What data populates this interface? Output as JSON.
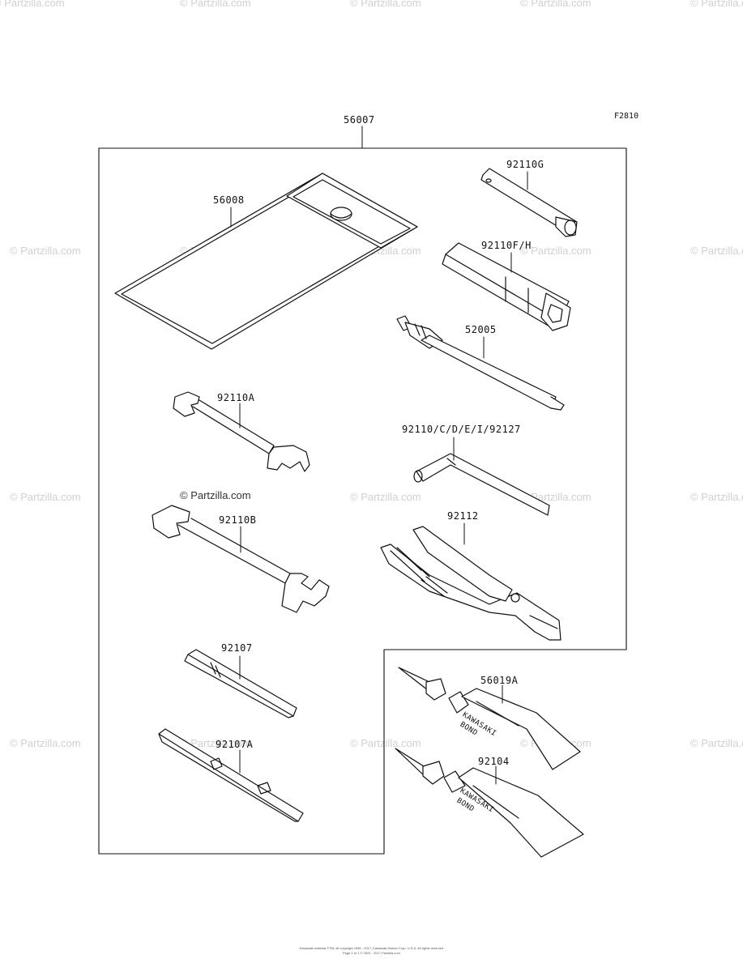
{
  "diagram": {
    "figure_ref": "F2810",
    "kit_part": "56007",
    "parts": {
      "case": "56008",
      "socket_g": "92110G",
      "socket_fh": "92110F/H",
      "handle": "52005",
      "wrench_a": "92110A",
      "hex_keys": "92110/C/D/E/I/92127",
      "wrench_b": "92110B",
      "pliers": "92112",
      "screwdriver": "92107",
      "screwdriver_a": "92107A",
      "bond_a": "56019A",
      "bond": "92104"
    },
    "tube_text": {
      "brand": "KAWASAKI",
      "product": "BOND"
    }
  },
  "watermark": {
    "text": "© Partzilla.com",
    "center_text": "© Partzilla.com"
  },
  "footer": {
    "line1": "Kawasaki material ©TM, all copyright 1996 - 2017, Kawasaki Motors Corp. U.S.A. All rights reserved",
    "line2": "Page 1 of 1 © 2002 - 2017 Partzilla.com"
  }
}
